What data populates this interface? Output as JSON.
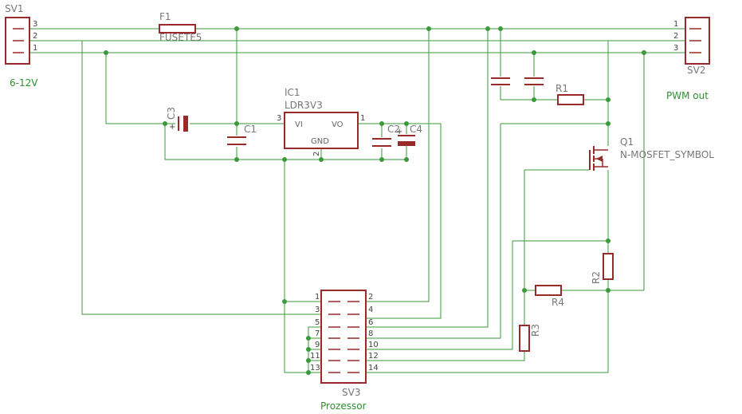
{
  "sv1": {
    "name": "SV1",
    "label": "6-12V",
    "pins": [
      "3",
      "2",
      "1"
    ]
  },
  "sv2": {
    "name": "SV2",
    "label": "PWM out",
    "pins": [
      "1",
      "2",
      "3"
    ]
  },
  "sv3": {
    "name": "SV3",
    "label": "Prozessor",
    "pins_left": [
      "1",
      "3",
      "5",
      "7",
      "9",
      "11",
      "13"
    ],
    "pins_right": [
      "2",
      "4",
      "6",
      "8",
      "10",
      "12",
      "14"
    ]
  },
  "f1": {
    "name": "F1",
    "value": "FUSETE5"
  },
  "ic1": {
    "name": "IC1",
    "value": "LDR3V3",
    "pin_vi": "VI",
    "pin_vo": "VO",
    "pin_gnd": "GND",
    "pin_in": "3",
    "pin_out": "1",
    "pin_gnd_num": "2"
  },
  "c1": {
    "name": "C1"
  },
  "c2": {
    "name": "C2"
  },
  "c3": {
    "name": "C3"
  },
  "c4": {
    "name": "C4"
  },
  "r1": {
    "name": "R1"
  },
  "r2": {
    "name": "R2"
  },
  "r3": {
    "name": "R3"
  },
  "r4": {
    "name": "R4"
  },
  "q1": {
    "name": "Q1",
    "value": "N-MOSFET_SYMBOL"
  },
  "colors": {
    "wire": "#3a9a3a",
    "part": "#9a2a2a",
    "label_green": "#2f8f2f",
    "label_gray": "#777777"
  }
}
